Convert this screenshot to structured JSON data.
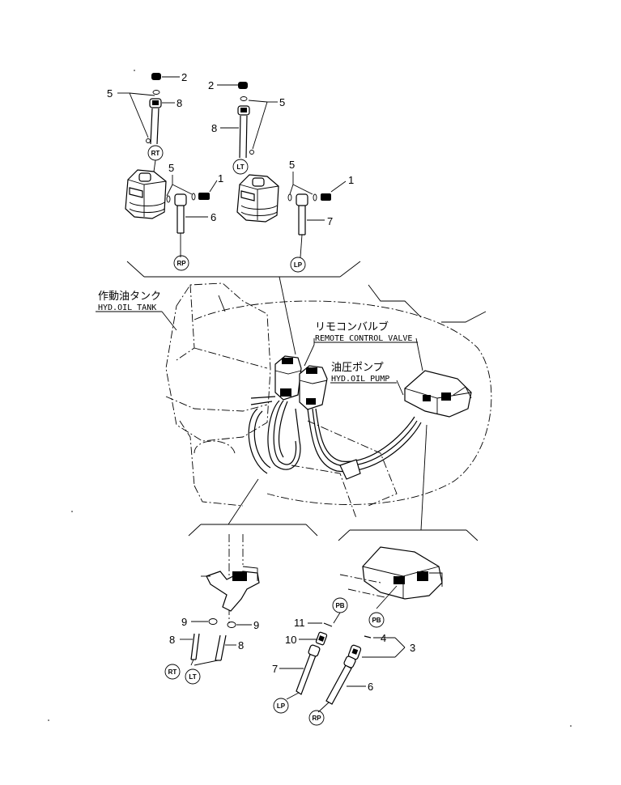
{
  "callouts": {
    "top_left": {
      "c2": "2",
      "c5": "5",
      "c8": "8",
      "c5b": "5",
      "c1": "1",
      "c6": "6",
      "rt": "RT",
      "rp": "RP"
    },
    "top_right": {
      "c2": "2",
      "c5": "5",
      "c8": "8",
      "c5b": "5",
      "c1": "1",
      "c7": "7",
      "lt": "LT",
      "lp": "LP"
    },
    "bottom_left": {
      "c9a": "9",
      "c9b": "9",
      "c8a": "8",
      "c8b": "8",
      "rt": "RT",
      "lt": "LT"
    },
    "bottom_right": {
      "c11": "11",
      "c10": "10",
      "c4": "4",
      "c3": "3",
      "c7": "7",
      "c6": "6",
      "pb1": "PB",
      "pb2": "PB",
      "lp": "LP",
      "rp": "RP"
    }
  },
  "labels": {
    "hyd_tank_jp": "作動油タンク",
    "hyd_tank_en": "HYD.OIL TANK",
    "rcv_jp": "リモコンバルブ",
    "rcv_en": "REMOTE CONTROL VALVE",
    "pump_jp": "油圧ポンプ",
    "pump_en": "HYD.OIL PUMP"
  }
}
